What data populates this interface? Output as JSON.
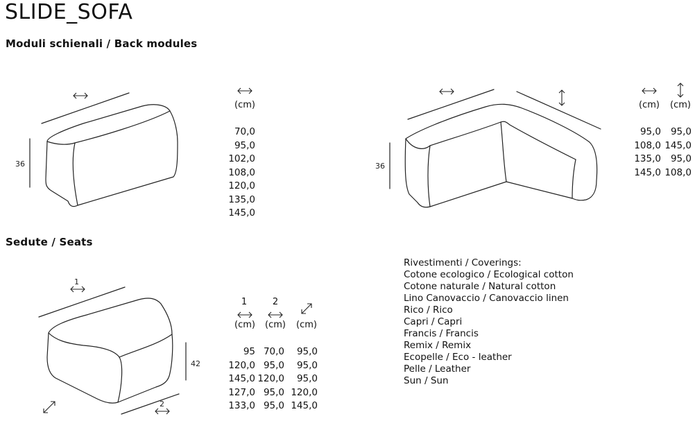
{
  "title": "SLIDE_SOFA",
  "back_section": {
    "heading": "Moduli schienali / Back modules",
    "module1": {
      "height_label": "36",
      "unit": "(cm)",
      "widths": [
        "70,0",
        "95,0",
        "102,0",
        "108,0",
        "120,0",
        "135,0",
        "145,0"
      ]
    },
    "module2": {
      "height_label": "36",
      "unit_a": "(cm)",
      "unit_b": "(cm)",
      "col_a": [
        "95,0",
        "108,0",
        "135,0",
        "145,0"
      ],
      "col_b": [
        "95,0",
        "145,0",
        "95,0",
        "108,0"
      ]
    }
  },
  "seats_section": {
    "heading": "Sedute / Seats",
    "height_label": "42",
    "dim_num_1": "1",
    "dim_num_2": "2",
    "hdr_1": "1",
    "hdr_2": "2",
    "unit_1": "(cm)",
    "unit_2": "(cm)",
    "unit_3": "(cm)",
    "col_1": [
      "95",
      "120,0",
      "145,0",
      "127,0",
      "133,0"
    ],
    "col_2": [
      "70,0",
      "95,0",
      "120,0",
      "95,0",
      "95,0"
    ],
    "col_3": [
      "95,0",
      "95,0",
      "95,0",
      "120,0",
      "145,0"
    ]
  },
  "coverings": [
    "Rivestimenti / Coverings:",
    "Cotone ecologico / Ecological cotton",
    "Cotone naturale / Natural cotton",
    "Lino Canovaccio / Canovaccio linen",
    "Rico / Rico",
    "Capri / Capri",
    "Francis / Francis",
    "Remix / Remix",
    "Ecopelle / Eco - leather",
    "Pelle / Leather",
    "Sun / Sun"
  ],
  "icons": {
    "width": "double-arrow-horizontal-icon",
    "depth": "double-arrow-vertical-icon",
    "diagonal": "double-arrow-diagonal-icon"
  }
}
